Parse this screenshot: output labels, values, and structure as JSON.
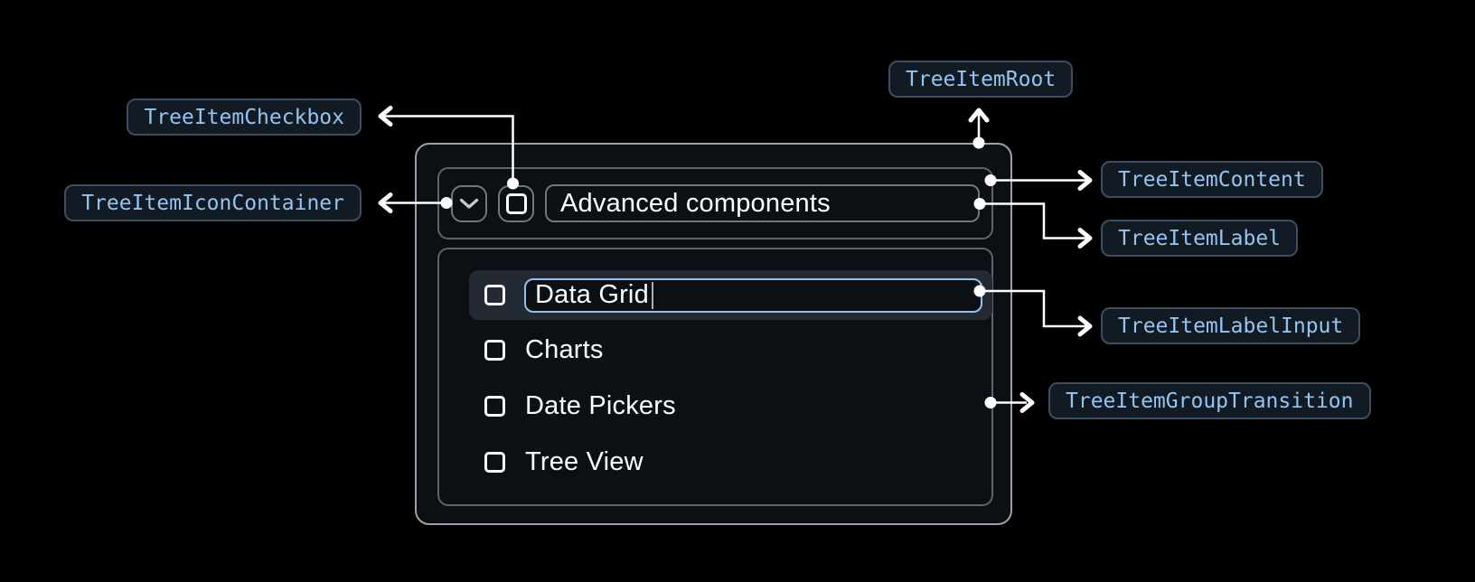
{
  "badges": {
    "root": "TreeItemRoot",
    "checkbox": "TreeItemCheckbox",
    "icon_container": "TreeItemIconContainer",
    "content": "TreeItemContent",
    "label": "TreeItemLabel",
    "label_input": "TreeItemLabelInput",
    "group_transition": "TreeItemGroupTransition"
  },
  "tree": {
    "parent_label": "Advanced components",
    "editing_item": {
      "value": "Data Grid",
      "state": "editing"
    },
    "children": [
      {
        "label": "Charts"
      },
      {
        "label": "Date Pickers"
      },
      {
        "label": "Tree View"
      }
    ]
  },
  "icons": {
    "expand": "chevron-down-icon",
    "checkbox": "checkbox-unchecked-icon"
  },
  "colors": {
    "background": "#000000",
    "badge_text": "#92c5f1",
    "badge_border": "#3b4e62",
    "badge_background": "#121a24",
    "input_focus_border": "#94c0ec",
    "row_highlight": "#232a34",
    "connector": "#ffffff",
    "text": "#ffffff"
  }
}
